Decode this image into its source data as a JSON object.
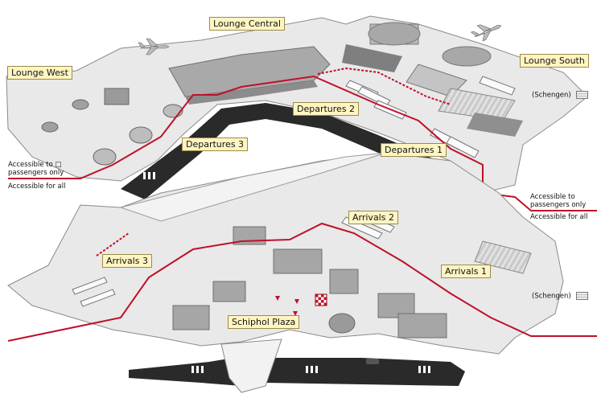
{
  "labels": {
    "lounge_central": "Lounge Central",
    "lounge_west": "Lounge West",
    "lounge_south": "Lounge South",
    "departures_1": "Departures 1",
    "departures_2": "Departures 2",
    "departures_3": "Departures 3",
    "arrivals_1": "Arrivals 1",
    "arrivals_2": "Arrivals 2",
    "arrivals_3": "Arrivals 3",
    "schiphol_plaza": "Schiphol Plaza"
  },
  "legend": {
    "accessible_passengers_line1": "Accessible to",
    "accessible_passengers_line1_left": "Accessible to □",
    "accessible_passengers_line2": "passengers only",
    "accessible_all": "Accessible for all",
    "schengen_upper": "(Schengen)",
    "schengen_lower": "(Schengen)"
  },
  "colors": {
    "restricted_line": "#c0102a",
    "floor": "#e9e9e9",
    "wall": "#bdbdbd",
    "runway": "#2a2a2a",
    "label_bg": "#fff5c2"
  },
  "icons": [
    "airplane-icon",
    "car-icon",
    "checkered-flag-icon",
    "down-arrow-icon"
  ]
}
